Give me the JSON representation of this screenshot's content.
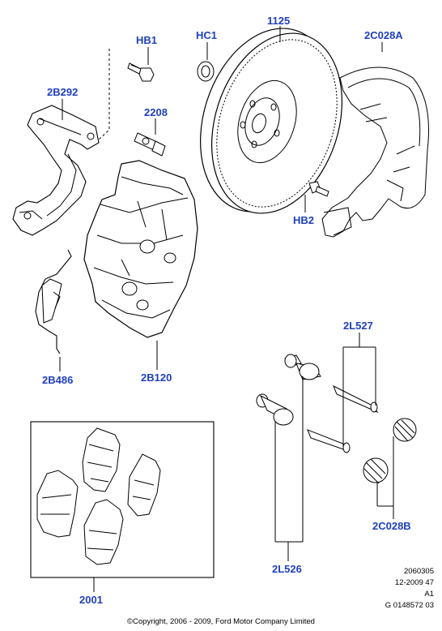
{
  "labels": {
    "hb1": "HB1",
    "hc1": "HC1",
    "p1125": "1125",
    "p2c028a": "2C028A",
    "p2b292": "2B292",
    "p2208": "2208",
    "hb2": "HB2",
    "p2l527": "2L527",
    "p2b486": "2B486",
    "p2b120": "2B120",
    "p2c028b": "2C028B",
    "p2l526": "2L526",
    "p2001": "2001"
  },
  "doc_meta": {
    "line1": "2060305",
    "line2": "12-2009 47",
    "line3": "A1",
    "line4": "G 0148572 03"
  },
  "copyright": "©Copyright, 2006 - 2009, Ford Motor Company Limited",
  "colors": {
    "label": "#1f3fbf",
    "line": "#000000"
  }
}
